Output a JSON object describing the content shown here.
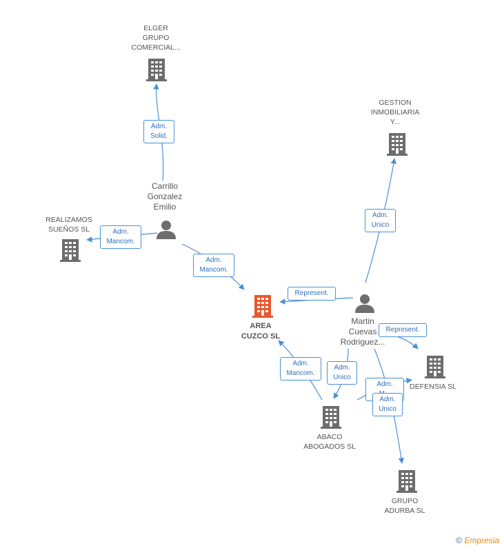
{
  "nodes": {
    "elger": {
      "lines": [
        "ELGER",
        "GRUPO",
        "COMERCIAL..."
      ]
    },
    "gestion": {
      "lines": [
        "GESTION",
        "INMOBILIARIA",
        "Y..."
      ]
    },
    "realizamos": {
      "lines": [
        "REALIZAMOS",
        "SUEÑOS  SL"
      ]
    },
    "carrillo": {
      "lines": [
        "Carrillo",
        "Gonzalez",
        "Emilio"
      ]
    },
    "area": {
      "lines": [
        "AREA",
        "CUZCO SL"
      ]
    },
    "martin": {
      "lines": [
        "Martin",
        "Cuevas",
        "Rodriguez..."
      ]
    },
    "defensia": {
      "lines": [
        "DEFENSIA SL"
      ]
    },
    "abaco": {
      "lines": [
        "ABACO",
        "ABOGADOS SL"
      ]
    },
    "adurba": {
      "lines": [
        "GRUPO",
        "ADURBA SL"
      ]
    }
  },
  "edges": {
    "e1": {
      "lines": [
        "Adm.",
        "Solid."
      ]
    },
    "e2": {
      "lines": [
        "Adm.",
        "Mancom."
      ]
    },
    "e3": {
      "lines": [
        "Adm.",
        "Mancom."
      ]
    },
    "e4": {
      "lines": [
        "Adm.",
        "Unico"
      ]
    },
    "e5": {
      "lines": [
        "Represent."
      ]
    },
    "e6": {
      "lines": [
        "Represent."
      ]
    },
    "e7": {
      "lines": [
        "Adm.",
        "Mancom."
      ]
    },
    "e8": {
      "lines": [
        "Adm.",
        "Unico"
      ]
    },
    "e9": {
      "lines": [
        "Adm.",
        "M..."
      ]
    },
    "e10": {
      "lines": [
        "Adm.",
        "Unico"
      ]
    }
  },
  "colors": {
    "building": "#6d6d6d",
    "focus_building": "#e8582c",
    "person": "#6d6d6d",
    "edge": "#4a8fd8"
  },
  "footer": {
    "copyright": "©",
    "brand": "Empresia"
  }
}
